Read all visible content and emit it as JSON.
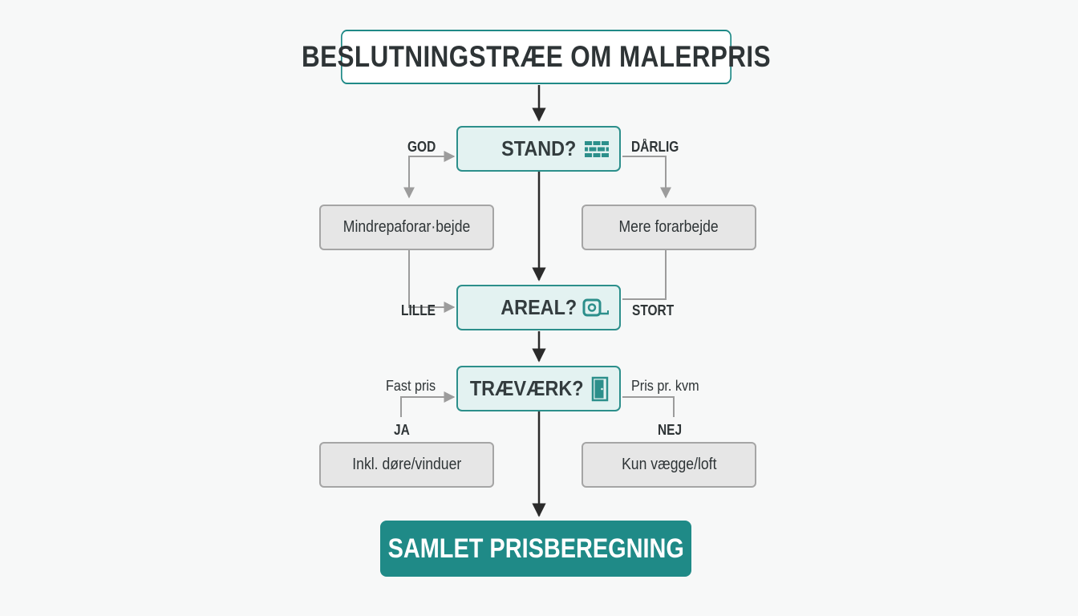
{
  "diagram": {
    "title": "BESLUTNINGSTRÆE OM MALERPRIS",
    "nodes": {
      "stand": {
        "label": "STAND?",
        "icon": "brick-wall-icon"
      },
      "areal": {
        "label": "AREAL?",
        "icon": "tape-measure-icon"
      },
      "traevaerk": {
        "label": "TRÆVÆRK?",
        "icon": "door-icon"
      },
      "less_prep": {
        "label": "Mindrepaforar·bejde"
      },
      "more_prep": {
        "label": "Mere forarbejde"
      },
      "incl_doors": {
        "label": "Inkl. døre/vinduer"
      },
      "walls_only": {
        "label": "Kun vægge/loft"
      },
      "final": {
        "label": "SAMLET PRISBEREGNING"
      }
    },
    "edge_labels": {
      "god": "GOD",
      "darlig": "DÅRLIG",
      "lille": "LILLE",
      "stort": "STORT",
      "fast_pris": "Fast pris",
      "pris_pr_kvm": "Pris pr. kvm",
      "ja": "JA",
      "nej": "NEJ"
    },
    "colors": {
      "teal": "#1f8a87",
      "teal_light": "#e3f2f1",
      "option_fill": "#e6e6e6",
      "option_border": "#a5a5a5",
      "connector_main": "#2b2b2b",
      "connector_side": "#9c9c9c",
      "background": "#f7f8f8"
    }
  }
}
